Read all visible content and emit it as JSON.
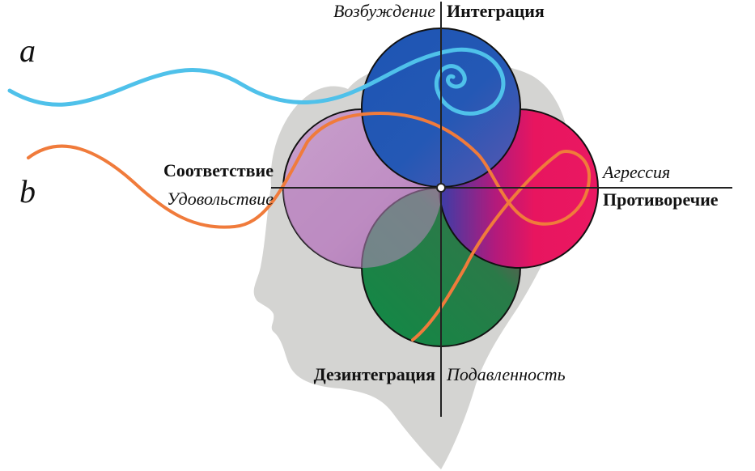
{
  "labels": {
    "top_italic": "Возбуждение",
    "top_bold": "Интеграция",
    "left_bold": "Соответствие",
    "left_italic": "Удовольствие",
    "right_italic": "Агрессия",
    "right_bold": "Противоречие",
    "bottom_bold": "Дезинтеграция",
    "bottom_italic": "Подавленность",
    "wave_a": "a",
    "wave_b": "b"
  },
  "colors": {
    "head": "#d4d4d2",
    "blue": "#1f57b5",
    "lavender": "#c392c5",
    "magenta": "#e8155f",
    "green": "#0f8a45",
    "wave_a": "#4fc1ea",
    "wave_b": "#f07b3b",
    "axis": "#222222"
  },
  "icons": [
    "head-silhouette",
    "spiral-wave-a",
    "spiral-wave-b"
  ]
}
